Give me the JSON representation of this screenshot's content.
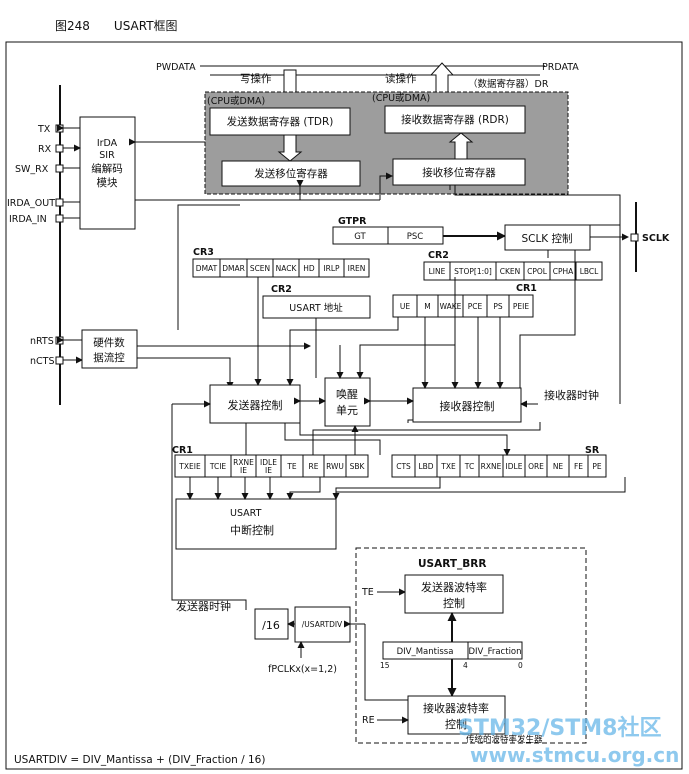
{
  "figure_title": "图248　　USART框图",
  "bus": {
    "pwdata": "PWDATA",
    "prdata": "PRDATA",
    "write_op": "写操作",
    "read_op": "读操作",
    "data_register": "（数据寄存器）DR",
    "cpu_dma_left": "(CPU或DMA)",
    "cpu_dma_right": "(CPU或DMA)"
  },
  "registers": {
    "tdr": "发送数据寄存器 (TDR)",
    "rdr": "接收数据寄存器 (RDR)",
    "tx_shift": "发送移位寄存器",
    "rx_shift": "接收移位寄存器"
  },
  "pins": {
    "tx": "TX",
    "rx": "RX",
    "sw_rx": "SW_RX",
    "irda_out": "IRDA_OUT",
    "irda_in": "IRDA_IN",
    "nrts": "nRTS",
    "ncts": "nCTS",
    "sclk": "SCLK"
  },
  "irda": {
    "line1": "IrDA",
    "line2": "SIR",
    "line3": "编解码",
    "line4": "模块"
  },
  "hwflow": {
    "line1": "硬件数",
    "line2": "据流控"
  },
  "gtpr": {
    "title": "GTPR",
    "gt": "GT",
    "psc": "PSC"
  },
  "sclk_ctrl": "SCLK 控制",
  "cr3": {
    "title": "CR3",
    "bits": [
      "DMAT",
      "DMAR",
      "SCEN",
      "NACK",
      "HD",
      "IRLP",
      "IREN"
    ]
  },
  "cr2a": {
    "title": "CR2",
    "bits": [
      "LINE",
      "STOP[1:0]",
      "CKEN",
      "CPOL",
      "CPHA",
      "LBCL"
    ]
  },
  "cr2b": {
    "title": "CR2",
    "addr": "USART 地址"
  },
  "cr1a": {
    "title": "CR1",
    "bits": [
      "UE",
      "M",
      "WAKE",
      "PCE",
      "PS",
      "PEIE"
    ]
  },
  "ctrl": {
    "tx": "发送器控制",
    "wake1": "唤醒",
    "wake2": "单元",
    "rx": "接收器控制",
    "rx_clock": "接收器时钟",
    "tx_clock": "发送器时钟"
  },
  "cr1b": {
    "title": "CR1",
    "bits": [
      "TXEIE",
      "TCIE",
      "RXNE\nIE",
      "IDLE\nIE",
      "TE",
      "RE",
      "RWU",
      "SBK"
    ]
  },
  "sr": {
    "title": "SR",
    "bits": [
      "CTS",
      "LBD",
      "TXE",
      "TC",
      "RXNE",
      "IDLE",
      "ORE",
      "NE",
      "FE",
      "PE"
    ]
  },
  "interrupt": {
    "line1": "USART",
    "line2": "中断控制"
  },
  "brr": {
    "title": "USART_BRR",
    "te": "TE",
    "re": "RE",
    "tx_baud1": "发送器波特率",
    "tx_baud2": "控制",
    "mantissa": "DIV_Mantissa",
    "fraction": "DIV_Fraction",
    "bit15": "15",
    "bit4": "4",
    "bit0": "0",
    "rx_baud1": "接收器波特率",
    "rx_baud2": "控制",
    "caption": "传统的波特率发生器"
  },
  "div16": "/16",
  "usartdiv_box": "/USARTDIV",
  "fpclk": "fPCLKx(x=1,2)",
  "formula": "USARTDIV = DIV_Mantissa + (DIV_Fraction / 16)",
  "watermark": {
    "line1": "STM32/STM8社区",
    "line2": "www.stmcu.org.cn"
  }
}
